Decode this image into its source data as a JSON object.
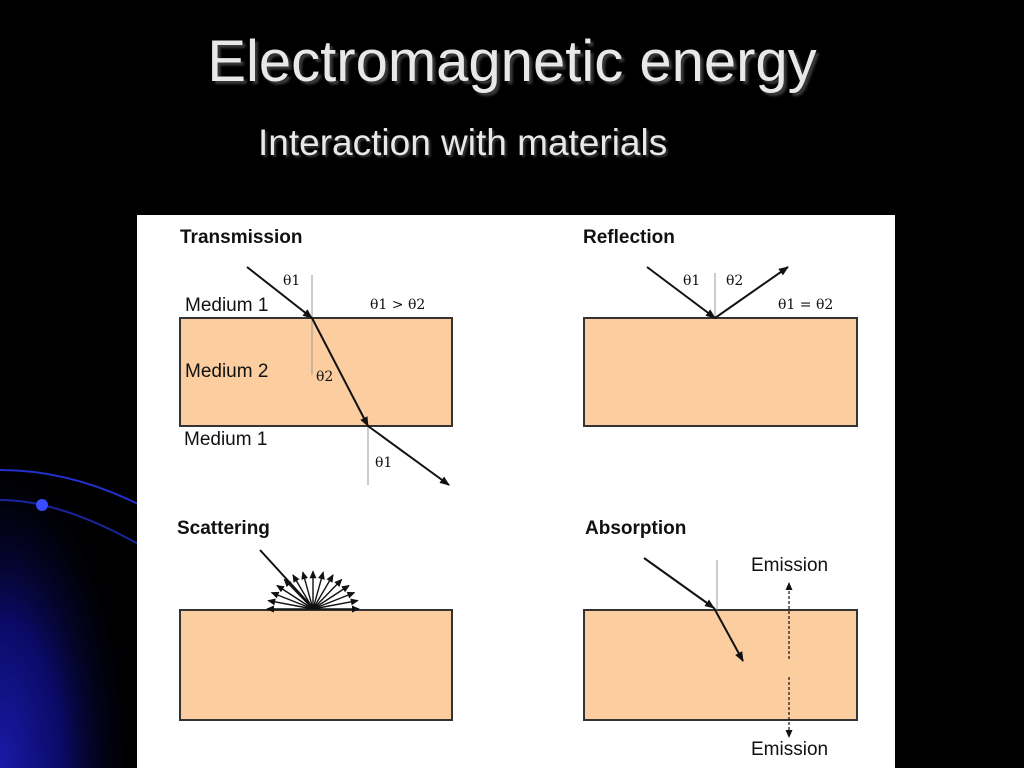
{
  "slide": {
    "title": "Electromagnetic energy",
    "subtitle": "Interaction with materials"
  },
  "colors": {
    "background": "#000000",
    "material_fill": "#fbcd9f",
    "material_stroke": "#333333",
    "arrow": "#111111",
    "normal_line": "#999999"
  },
  "transmission": {
    "heading": "Transmission",
    "medium_top": "Medium 1",
    "medium_middle": "Medium 2",
    "medium_bottom": "Medium 1",
    "angle_in": "θ1",
    "angle_refracted": "θ2",
    "angle_out": "θ1",
    "relation": "θ1 > θ2"
  },
  "reflection": {
    "heading": "Reflection",
    "angle_in": "θ1",
    "angle_out": "θ2",
    "relation": "θ1 = θ2"
  },
  "scattering": {
    "heading": "Scattering"
  },
  "absorption": {
    "heading": "Absorption",
    "emission_top": "Emission",
    "emission_bottom": "Emission"
  }
}
